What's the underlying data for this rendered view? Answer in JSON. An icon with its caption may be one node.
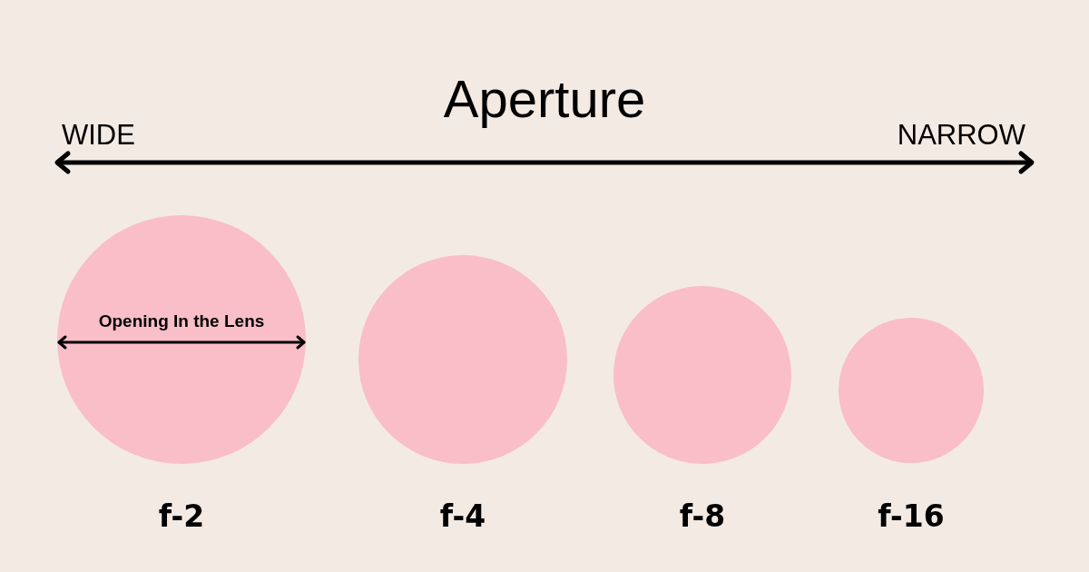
{
  "diagram": {
    "title": "Aperture",
    "nodes": [
      {
        "text": [
          "Opening In the Lens"
        ],
        "beside": [
          "f-2"
        ]
      },
      {
        "text": [],
        "shape": "circle",
        "beside": [
          "f-4"
        ]
      },
      {
        "text": [],
        "shape": "circle",
        "beside": [
          "f-8"
        ]
      },
      {
        "text": [],
        "shape": "circle",
        "beside": [
          "f-16"
        ]
      }
    ],
    "labels": [
      "WIDE",
      "NARROW"
    ]
  }
}
